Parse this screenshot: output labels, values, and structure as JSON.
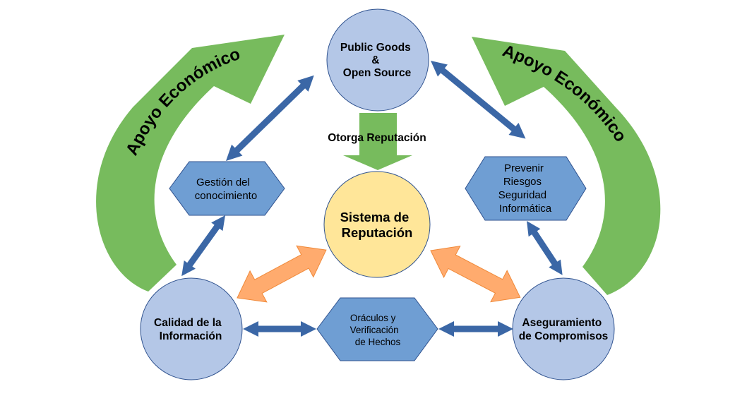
{
  "colors": {
    "circle": "#b4c7e7",
    "circle_stroke": "#2f528f",
    "center_circle": "#ffe699",
    "hexagon": "#6f9ed3",
    "arrow_blue": "#3b67a6",
    "arrow_green": "#77bb5d",
    "arrow_orange": "#ffab6e"
  },
  "nodes": {
    "public_goods": [
      "Public Goods",
      "&",
      "Open Source"
    ],
    "sistema": [
      "Sistema de",
      "Reputación"
    ],
    "calidad": [
      "Calidad de la",
      "Información"
    ],
    "aseguramiento": [
      "Aseguramiento",
      "de Compromisos"
    ],
    "gestion": [
      "Gestión del",
      "conocimiento"
    ],
    "prevenir": [
      "Prevenir",
      "Riesgos",
      "Seguridad",
      "Informática"
    ],
    "oraculos": [
      "Oráculos y",
      "Verificación",
      "de Hechos"
    ]
  },
  "labels": {
    "otorga": "Otorga Reputación",
    "apoyo_left": "Apoyo Económico",
    "apoyo_right": "Apoyo Económico"
  }
}
